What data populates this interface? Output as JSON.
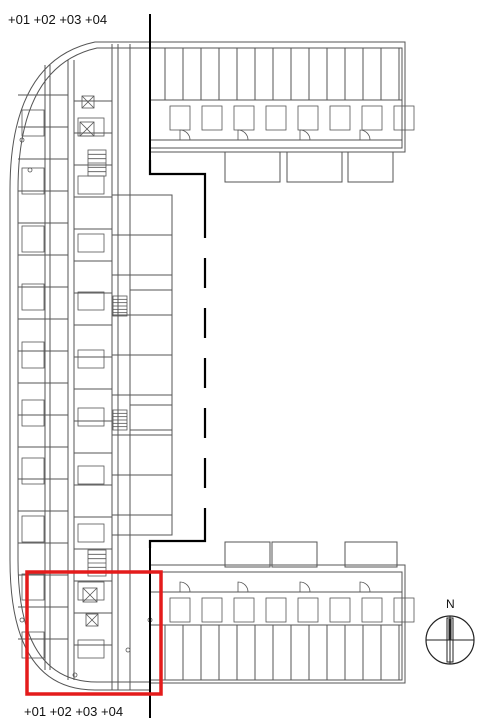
{
  "plan": {
    "levels_top": "+01 +02 +03 +04",
    "levels_bottom": "+01 +02 +03 +04",
    "north_label": "N"
  },
  "colors": {
    "line": "#555555",
    "section_line": "#000000",
    "highlight": "#e41b1b",
    "background": "#ffffff"
  },
  "icons": [
    "north-arrow-icon",
    "stair-icon",
    "elevator-shaft-icon",
    "door-swing-icon"
  ]
}
